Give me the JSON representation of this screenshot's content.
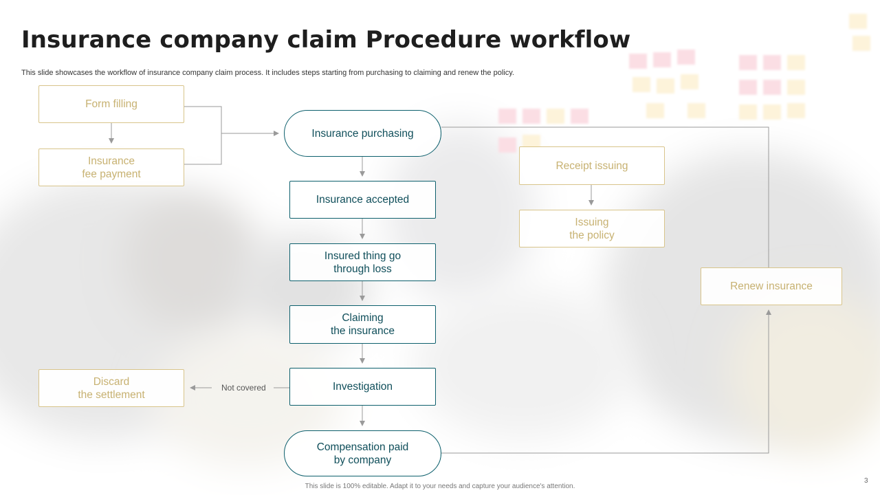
{
  "slide": {
    "title": "Insurance company claim Procedure workflow",
    "subtitle": "This slide showcases the workflow of insurance company claim process. It includes steps starting from purchasing to claiming and renew the policy.",
    "footer": "This slide is 100% editable. Adapt it to your needs and capture your audience's attention.",
    "page_number": "3"
  },
  "nodes": {
    "form_filling": "Form filling",
    "insurance_fee_payment": "Insurance\nfee payment",
    "insurance_purchasing": "Insurance  purchasing",
    "insurance_accepted": "Insurance  accepted",
    "insured_thing_loss": "Insured  thing go\nthrough loss",
    "claiming_insurance": "Claiming\nthe insurance",
    "investigation": "Investigation",
    "compensation_paid": "Compensation paid\nby company",
    "discard_settlement": "Discard\nthe settlement",
    "receipt_issuing": "Receipt issuing",
    "issuing_policy": "Issuing\nthe policy",
    "renew_insurance": "Renew insurance"
  },
  "edge_labels": {
    "not_covered": "Not covered"
  },
  "colors": {
    "teal": "#0c5f6c",
    "gold": "#d8c48a",
    "connector": "#9a9a9a"
  }
}
